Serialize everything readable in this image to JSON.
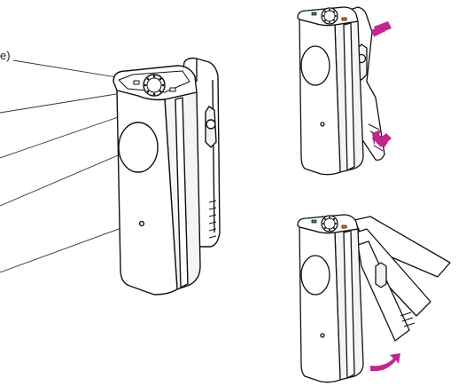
{
  "callout": {
    "visible_text": "e)",
    "leader_count": 5
  },
  "colors": {
    "outline": "#111111",
    "arrow_accent": "#c0268e",
    "led_green": "#2a9a3a",
    "led_orange": "#e07a1a",
    "body_fill": "#ffffff",
    "shade": "#e9e9e9"
  },
  "views": [
    {
      "id": "main",
      "icon": "clip-camera-device-icon"
    },
    {
      "id": "squeeze",
      "icon": "clip-squeeze-arrows-icon"
    },
    {
      "id": "swing",
      "icon": "clip-swing-arrow-icon"
    }
  ]
}
